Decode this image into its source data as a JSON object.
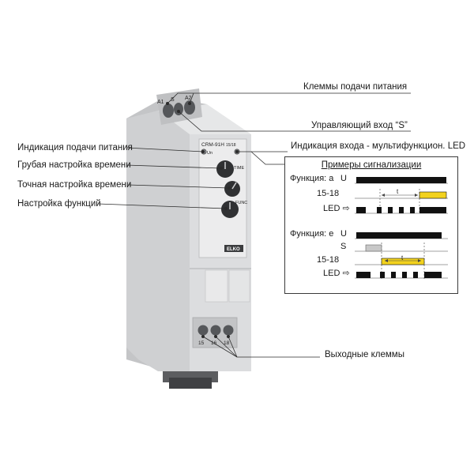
{
  "labels": {
    "power_terminals": "Клеммы подачи питания",
    "control_input": "Управляющий вход “S”",
    "power_indication": "Индикация подачи питания",
    "input_indication": "Индикация входа - мультифункцион. LED",
    "coarse_time": "Грубая настройка времени",
    "fine_time": "Точная настройка времени",
    "function_setting": "Настройка функций",
    "output_terminals": "Выходные клеммы"
  },
  "device": {
    "terminals_top": [
      "A1",
      "S",
      "A2"
    ],
    "terminals_bottom": [
      "15",
      "16",
      "18"
    ],
    "model": "CRM-91H",
    "led_power": "Un",
    "led_out": "15/18",
    "knob_time": "TIME",
    "knob_func": "FUNC",
    "brand": "ELKO"
  },
  "signal_panel": {
    "title": "Примеры сигнализации",
    "example_a": {
      "function_label": "Функция: a",
      "rows": [
        "U",
        "15-18",
        "LED ⇨"
      ],
      "t_mark": "t"
    },
    "example_e": {
      "function_label": "Функция: e",
      "rows": [
        "U",
        "S",
        "15-18",
        "LED ⇨"
      ],
      "t_mark": "t"
    }
  },
  "colors": {
    "relay_yellow": "#f2d21e",
    "signal_black": "#111111",
    "input_gray": "#c8c8c8",
    "device_body": "#d9dadb"
  }
}
